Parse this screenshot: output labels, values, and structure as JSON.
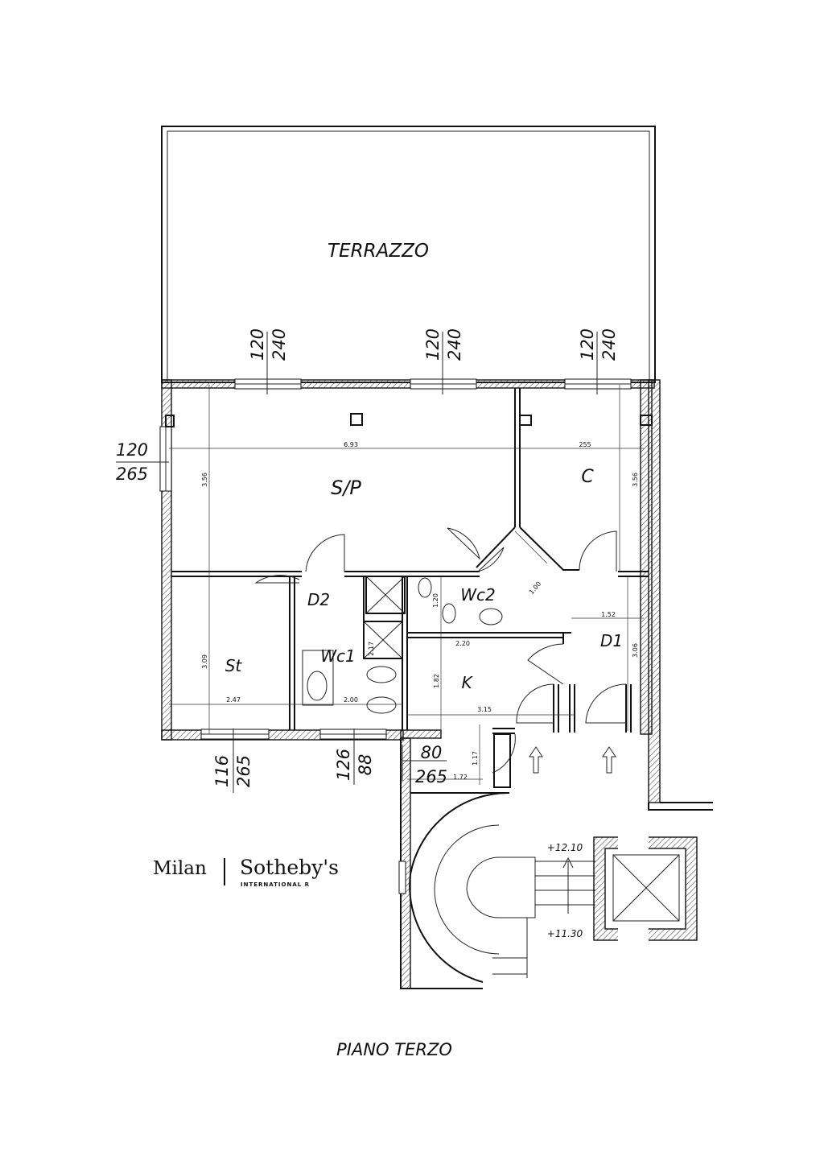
{
  "rooms": {
    "terrace": "TERRAZZO",
    "living": "S/P",
    "closet": "C",
    "bedroom2": "D2",
    "bath2": "Wc2",
    "bedroom1": "D1",
    "study": "St",
    "bath1": "Wc1",
    "kitchen": "K"
  },
  "windows": {
    "north_1": [
      "120",
      "240"
    ],
    "north_2": [
      "120",
      "240"
    ],
    "north_3": [
      "120",
      "240"
    ],
    "west": [
      "120",
      "265"
    ],
    "south_1": [
      "116",
      "265"
    ],
    "south_2": [
      "126",
      "88"
    ],
    "south_3": [
      "80",
      "265"
    ]
  },
  "dimensions": {
    "living_width": "6.93",
    "closet_width": "255",
    "living_depth": "3.56",
    "closet_depth": "3.56",
    "hall_diag": "1.00",
    "d1_width": "1.52",
    "d1_depth": "3.06",
    "wc1_depth": "2.17",
    "wc2_depth": "1.20",
    "k_width": "2.20",
    "k_depth": "1.82",
    "study_depth": "3.09",
    "study_width": "2.47",
    "wc1_width": "2.00",
    "hall_width": "3.15",
    "stair_width": "1.72",
    "stair_depth": "1.17"
  },
  "levels": {
    "upper": "+12.10",
    "lower": "+11.30"
  },
  "floor_title": "PIANO TERZO",
  "logo": {
    "city": "Milan",
    "brand": "Sotheby's",
    "sub": "INTERNATIONAL R"
  }
}
